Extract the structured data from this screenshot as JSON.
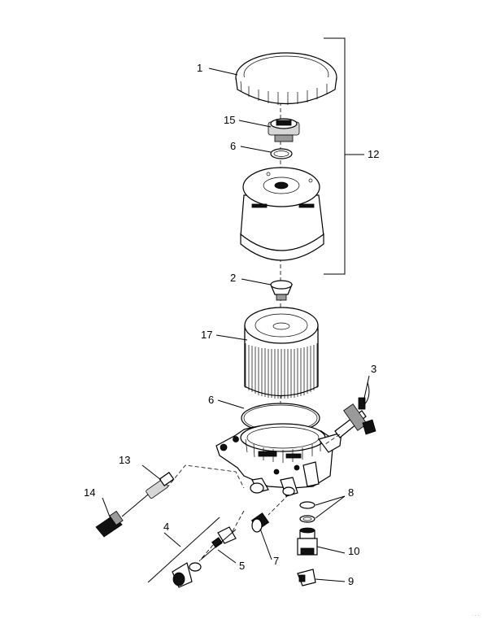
{
  "callouts": {
    "c1": "1",
    "c15": "15",
    "c6a": "6",
    "c12": "12",
    "c2": "2",
    "c17": "17",
    "c3": "3",
    "c6b": "6",
    "c13": "13",
    "c14": "14",
    "c8": "8",
    "c4": "4",
    "c10": "10",
    "c7": "7",
    "c5": "5",
    "c9": "9"
  },
  "corner_mark": "· · ·"
}
